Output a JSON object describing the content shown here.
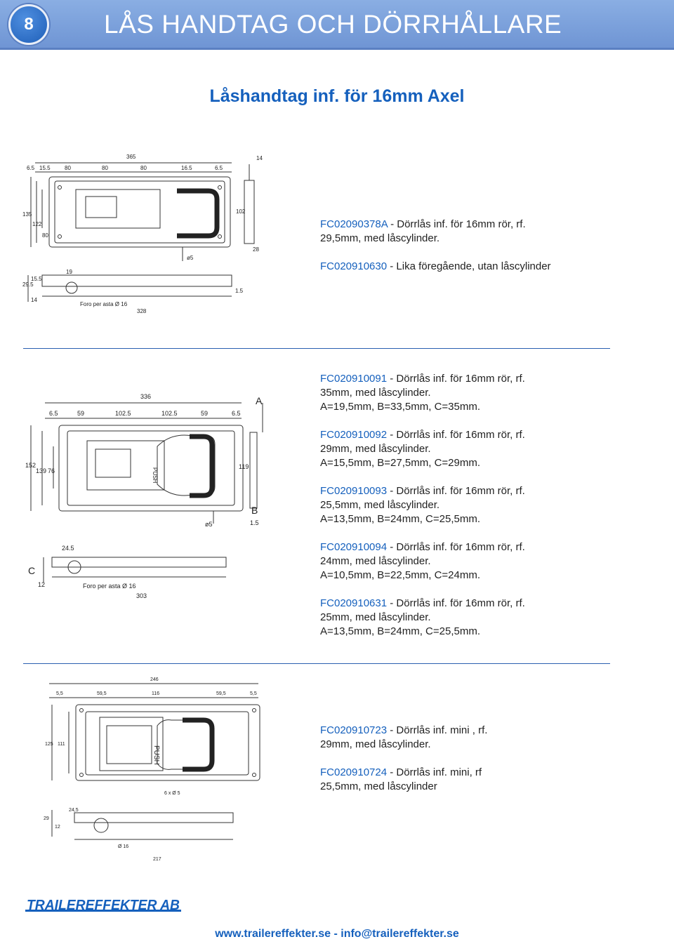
{
  "header": {
    "page_number": "8",
    "title": "LÅS HANDTAG OCH DÖRRHÅLLARE"
  },
  "section": {
    "title": "Låshandtag inf. för 16mm Axel"
  },
  "products": {
    "group1": [
      {
        "code": "FC02090378A",
        "text": " - Dörrlås inf. för 16mm rör, rf.",
        "line2": "29,5mm, med låscylinder."
      },
      {
        "code": "FC020910630",
        "text": " - Lika föregående, utan låscylinder"
      }
    ],
    "group2": [
      {
        "code": "FC020910091",
        "text": " - Dörrlås inf. för 16mm rör, rf.",
        "line2": "35mm, med låscylinder.",
        "line3": "A=19,5mm, B=33,5mm, C=35mm."
      },
      {
        "code": "FC020910092",
        "text": " - Dörrlås inf. för 16mm rör, rf.",
        "line2": "29mm, med låscylinder.",
        "line3": "A=15,5mm, B=27,5mm, C=29mm."
      },
      {
        "code": "FC020910093",
        "text": " - Dörrlås inf. för 16mm rör, rf.",
        "line2": "25,5mm, med låscylinder.",
        "line3": "A=13,5mm, B=24mm, C=25,5mm."
      },
      {
        "code": "FC020910094",
        "text": " - Dörrlås inf. för 16mm rör, rf.",
        "line2": "24mm, med låscylinder.",
        "line3": "A=10,5mm, B=22,5mm, C=24mm."
      },
      {
        "code": "FC020910631",
        "text": " - Dörrlås inf. för 16mm rör, rf.",
        "line2": "25mm, med låscylinder.",
        "line3": "A=13,5mm, B=24mm, C=25,5mm."
      }
    ],
    "group3": [
      {
        "code": "FC020910723",
        "text": " - Dörrlås inf. mini , rf.",
        "line2": "29mm, med låscylinder."
      },
      {
        "code": "FC020910724",
        "text": " - Dörrlås inf. mini, rf",
        "line2": "25,5mm, med låscylinder"
      }
    ]
  },
  "drawings": {
    "d1": {
      "dims_top": [
        "6.5",
        "15.5",
        "80",
        "80",
        "80",
        "16.5",
        "6.5"
      ],
      "overall": "365",
      "right_top": "14",
      "dims_left": [
        "135",
        "122",
        "80"
      ],
      "right": "102",
      "bottom_right": "28",
      "hole": "ø5",
      "side_left": [
        "29.5",
        "15.5",
        "14"
      ],
      "side_top": "19",
      "side_note": "Foro per asta Ø 16",
      "side_length": "328",
      "side_right": "1.5"
    },
    "d2": {
      "overall": "336",
      "dims_top": [
        "6.5",
        "59",
        "102.5",
        "102.5",
        "59",
        "6.5"
      ],
      "label_a": "A",
      "label_b": "B",
      "label_c": "C",
      "dims_left": [
        "152",
        "139",
        "76"
      ],
      "right": "119",
      "b_dim": "1.5",
      "hole": "ø5",
      "side_top": "24.5",
      "side_left": "12",
      "side_note": "Foro per asta Ø 16",
      "side_length": "303",
      "push": "PUSH"
    },
    "d3": {
      "overall": "246",
      "dims_top": [
        "5,5",
        "59,5",
        "116",
        "59,5",
        "5,5"
      ],
      "dims_left": [
        "125",
        "111"
      ],
      "holes": "6 x Ø 5",
      "push": "PUSH",
      "side_top": "24,5",
      "side_left": [
        "29",
        "12"
      ],
      "side_dia": "Ø 16",
      "side_length": "217"
    }
  },
  "logo": {
    "text": "TRAILEREFFEKTER AB"
  },
  "footer": {
    "text": "www.trailereffekter.se - info@trailereffekter.se"
  },
  "colors": {
    "accent": "#1560bd",
    "header": "#7ca3dc"
  }
}
